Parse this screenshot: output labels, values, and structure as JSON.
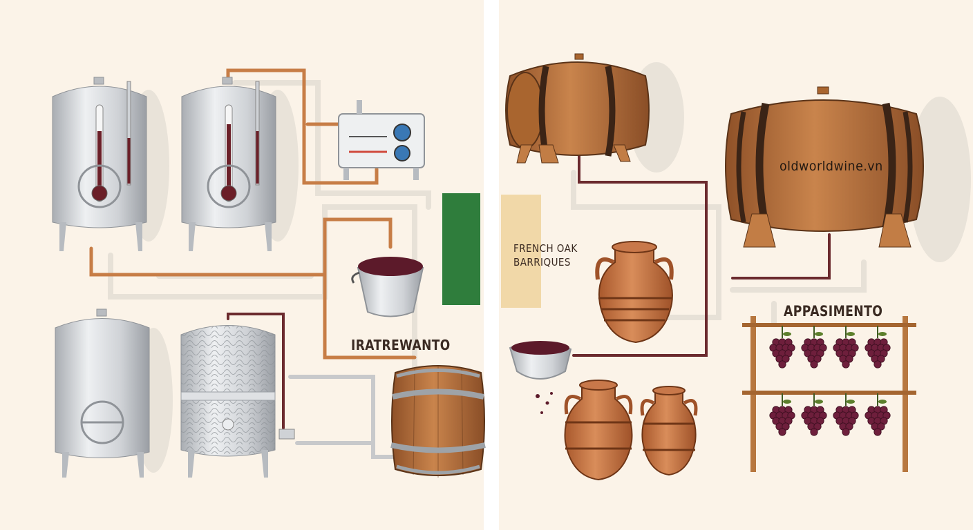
{
  "labels": {
    "fermentation_area": "IRATREWANTO",
    "french_oak": [
      "FRENCH OAK",
      "BARRIQUES"
    ],
    "appassimento": "APPASIMENTO",
    "watermark": "oldworldwine.vn"
  },
  "colors": {
    "background": "#fbf3e8",
    "copper_pipe": "#c77d46",
    "wine_pipe": "#6b2a2e",
    "steel": "#c9ccd0",
    "oak": "#b06d3b",
    "terracotta": "#c8784a",
    "grape": "#6e1f3c",
    "green_panel": "#2f7d3c",
    "tan_panel": "#f1d8a8"
  },
  "icons": {
    "tank": "steel-tank-icon",
    "barrel": "oak-barrel-icon",
    "amphora": "amphora-icon",
    "grapes": "grape-bunch-icon"
  }
}
